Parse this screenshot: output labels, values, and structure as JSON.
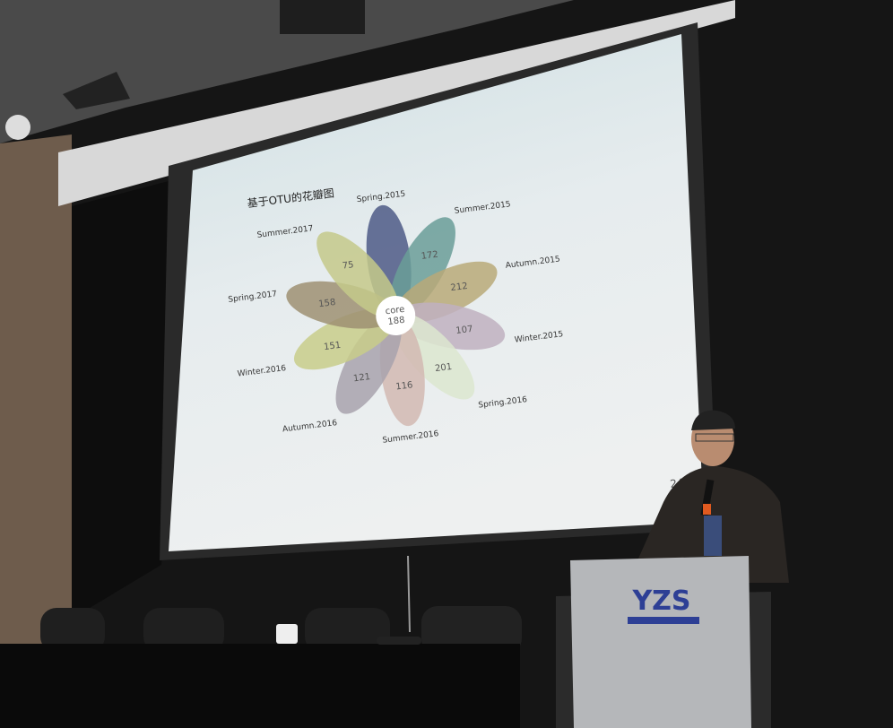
{
  "slide": {
    "title": "基于OTU的花瓣图",
    "page_number": "24",
    "core": {
      "label": "core",
      "value": "188"
    },
    "petals": [
      {
        "label": "Spring.2015",
        "value": "",
        "color": "#4e5a86"
      },
      {
        "label": "Summer.2015",
        "value": "172",
        "color": "#6a9e98"
      },
      {
        "label": "Autumn.2015",
        "value": "212",
        "color": "#b8a978"
      },
      {
        "label": "Winter.2015",
        "value": "107",
        "color": "#bfb0bf"
      },
      {
        "label": "Spring.2016",
        "value": "201",
        "color": "#dce6cf"
      },
      {
        "label": "Summer.2016",
        "value": "116",
        "color": "#d2b8b2"
      },
      {
        "label": "Autumn.2016",
        "value": "121",
        "color": "#a8a2ad"
      },
      {
        "label": "Winter.2016",
        "value": "151",
        "color": "#c8cc8a"
      },
      {
        "label": "Spring.2017",
        "value": "158",
        "color": "#9e9072"
      },
      {
        "label": "Summer.2017",
        "value": "75",
        "color": "#c4c98a"
      }
    ]
  },
  "podium": {
    "logo": "YZS"
  }
}
